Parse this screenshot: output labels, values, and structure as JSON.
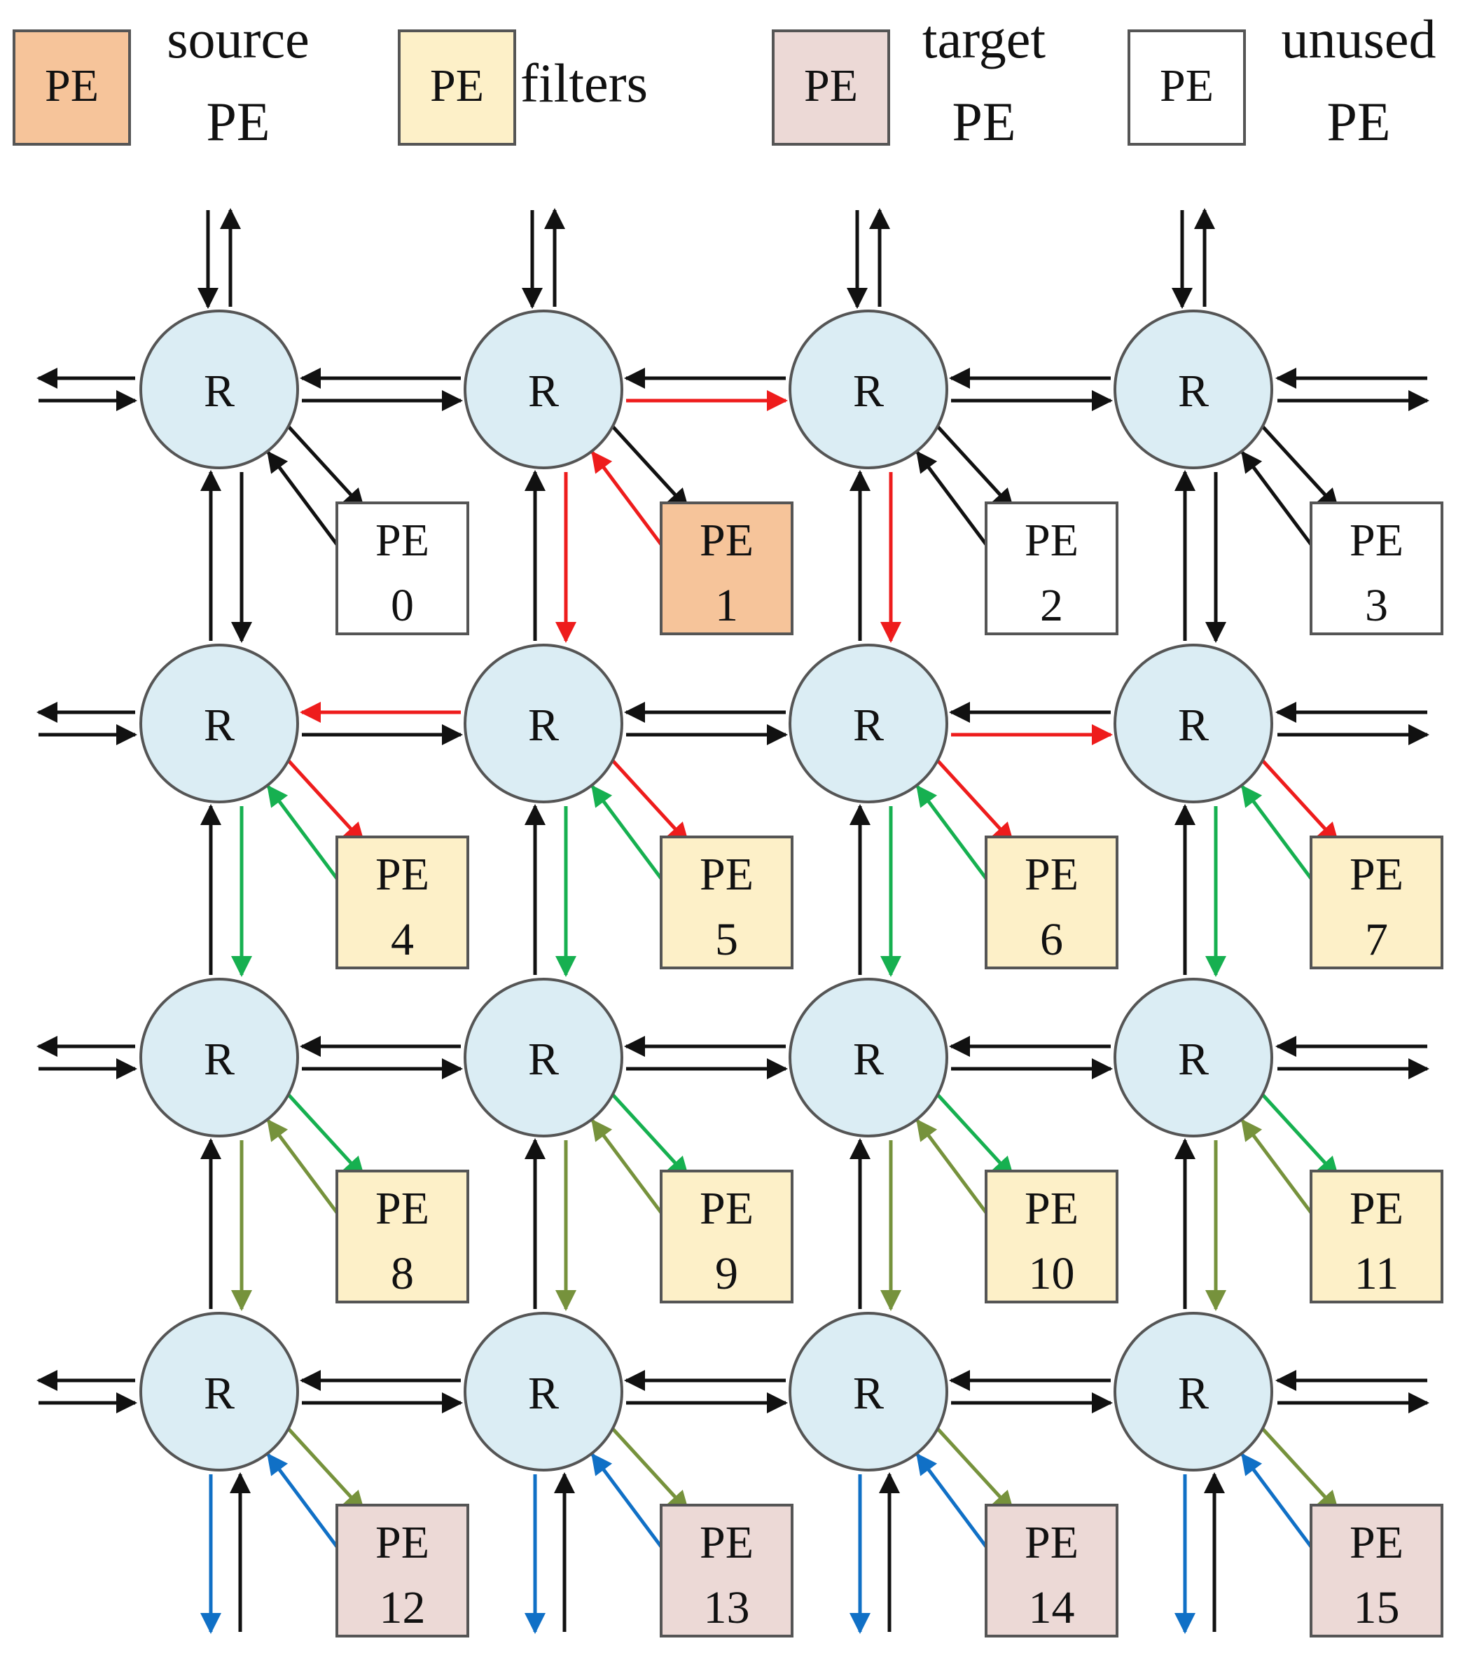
{
  "legend": {
    "items": [
      {
        "key": "source",
        "box_text": "PE",
        "label_lines": [
          "source",
          "PE"
        ],
        "fill": "#f6c49a"
      },
      {
        "key": "filters",
        "box_text": "PE",
        "label_lines": [
          "filters"
        ],
        "fill": "#fdf0c8"
      },
      {
        "key": "target",
        "box_text": "PE",
        "label_lines": [
          "target",
          "PE"
        ],
        "fill": "#ecd9d6"
      },
      {
        "key": "unused",
        "box_text": "PE",
        "label_lines": [
          "unused",
          "PE"
        ],
        "fill": "#ffffff"
      }
    ]
  },
  "mesh": {
    "rows": 4,
    "cols": 4,
    "router_label": "R",
    "router_fill": "#dbedf4",
    "pe_prefix": "PE",
    "pes": [
      {
        "id": "0",
        "role": "unused"
      },
      {
        "id": "1",
        "role": "source"
      },
      {
        "id": "2",
        "role": "unused"
      },
      {
        "id": "3",
        "role": "unused"
      },
      {
        "id": "4",
        "role": "filters"
      },
      {
        "id": "5",
        "role": "filters"
      },
      {
        "id": "6",
        "role": "filters"
      },
      {
        "id": "7",
        "role": "filters"
      },
      {
        "id": "8",
        "role": "filters"
      },
      {
        "id": "9",
        "role": "filters"
      },
      {
        "id": "10",
        "role": "filters"
      },
      {
        "id": "11",
        "role": "filters"
      },
      {
        "id": "12",
        "role": "target"
      },
      {
        "id": "13",
        "role": "target"
      },
      {
        "id": "14",
        "role": "target"
      },
      {
        "id": "15",
        "role": "target"
      }
    ]
  },
  "colors": {
    "default": "#111111",
    "red": "#ee1c1c",
    "green": "#16b050",
    "olive": "#76923c",
    "blue": "#1070c6"
  },
  "colored_links": [
    {
      "type": "h",
      "dir": "right",
      "row": 0,
      "from_col": 1,
      "color": "red"
    },
    {
      "type": "h",
      "dir": "left",
      "row": 1,
      "from_col": 0,
      "color": "red"
    },
    {
      "type": "h",
      "dir": "right",
      "row": 1,
      "from_col": 2,
      "color": "red"
    },
    {
      "type": "v",
      "dir": "down",
      "row": 0,
      "col": 1,
      "color": "red"
    },
    {
      "type": "v",
      "dir": "down",
      "row": 0,
      "col": 2,
      "color": "red"
    },
    {
      "type": "v",
      "dir": "down",
      "row": 1,
      "col": 0,
      "color": "green"
    },
    {
      "type": "v",
      "dir": "down",
      "row": 1,
      "col": 1,
      "color": "green"
    },
    {
      "type": "v",
      "dir": "down",
      "row": 1,
      "col": 2,
      "color": "green"
    },
    {
      "type": "v",
      "dir": "down",
      "row": 1,
      "col": 3,
      "color": "green"
    },
    {
      "type": "v",
      "dir": "down",
      "row": 2,
      "col": 0,
      "color": "olive"
    },
    {
      "type": "v",
      "dir": "down",
      "row": 2,
      "col": 1,
      "color": "olive"
    },
    {
      "type": "v",
      "dir": "down",
      "row": 2,
      "col": 2,
      "color": "olive"
    },
    {
      "type": "v",
      "dir": "down",
      "row": 2,
      "col": 3,
      "color": "olive"
    },
    {
      "type": "v",
      "dir": "down",
      "row": 3,
      "col": 0,
      "color": "blue"
    },
    {
      "type": "v",
      "dir": "down",
      "row": 3,
      "col": 1,
      "color": "blue"
    },
    {
      "type": "v",
      "dir": "down",
      "row": 3,
      "col": 2,
      "color": "blue"
    },
    {
      "type": "v",
      "dir": "down",
      "row": 3,
      "col": 3,
      "color": "blue"
    },
    {
      "type": "pe",
      "dir": "to_pe",
      "row": 0,
      "col": 1,
      "color": "default"
    },
    {
      "type": "pe",
      "dir": "to_router",
      "row": 0,
      "col": 1,
      "color": "red"
    },
    {
      "type": "pe",
      "dir": "to_pe",
      "row": 1,
      "col": 0,
      "color": "red"
    },
    {
      "type": "pe",
      "dir": "to_pe",
      "row": 1,
      "col": 1,
      "color": "red"
    },
    {
      "type": "pe",
      "dir": "to_pe",
      "row": 1,
      "col": 2,
      "color": "red"
    },
    {
      "type": "pe",
      "dir": "to_pe",
      "row": 1,
      "col": 3,
      "color": "red"
    },
    {
      "type": "pe",
      "dir": "to_router",
      "row": 1,
      "col": 0,
      "color": "green"
    },
    {
      "type": "pe",
      "dir": "to_router",
      "row": 1,
      "col": 1,
      "color": "green"
    },
    {
      "type": "pe",
      "dir": "to_router",
      "row": 1,
      "col": 2,
      "color": "green"
    },
    {
      "type": "pe",
      "dir": "to_router",
      "row": 1,
      "col": 3,
      "color": "green"
    },
    {
      "type": "pe",
      "dir": "to_pe",
      "row": 2,
      "col": 0,
      "color": "green"
    },
    {
      "type": "pe",
      "dir": "to_pe",
      "row": 2,
      "col": 1,
      "color": "green"
    },
    {
      "type": "pe",
      "dir": "to_pe",
      "row": 2,
      "col": 2,
      "color": "green"
    },
    {
      "type": "pe",
      "dir": "to_pe",
      "row": 2,
      "col": 3,
      "color": "green"
    },
    {
      "type": "pe",
      "dir": "to_router",
      "row": 2,
      "col": 0,
      "color": "olive"
    },
    {
      "type": "pe",
      "dir": "to_router",
      "row": 2,
      "col": 1,
      "color": "olive"
    },
    {
      "type": "pe",
      "dir": "to_router",
      "row": 2,
      "col": 2,
      "color": "olive"
    },
    {
      "type": "pe",
      "dir": "to_router",
      "row": 2,
      "col": 3,
      "color": "olive"
    },
    {
      "type": "pe",
      "dir": "to_pe",
      "row": 3,
      "col": 0,
      "color": "olive"
    },
    {
      "type": "pe",
      "dir": "to_pe",
      "row": 3,
      "col": 1,
      "color": "olive"
    },
    {
      "type": "pe",
      "dir": "to_pe",
      "row": 3,
      "col": 2,
      "color": "olive"
    },
    {
      "type": "pe",
      "dir": "to_pe",
      "row": 3,
      "col": 3,
      "color": "olive"
    },
    {
      "type": "pe",
      "dir": "to_router",
      "row": 3,
      "col": 0,
      "color": "blue"
    },
    {
      "type": "pe",
      "dir": "to_router",
      "row": 3,
      "col": 1,
      "color": "blue"
    },
    {
      "type": "pe",
      "dir": "to_router",
      "row": 3,
      "col": 2,
      "color": "blue"
    },
    {
      "type": "pe",
      "dir": "to_router",
      "row": 3,
      "col": 3,
      "color": "blue"
    }
  ]
}
